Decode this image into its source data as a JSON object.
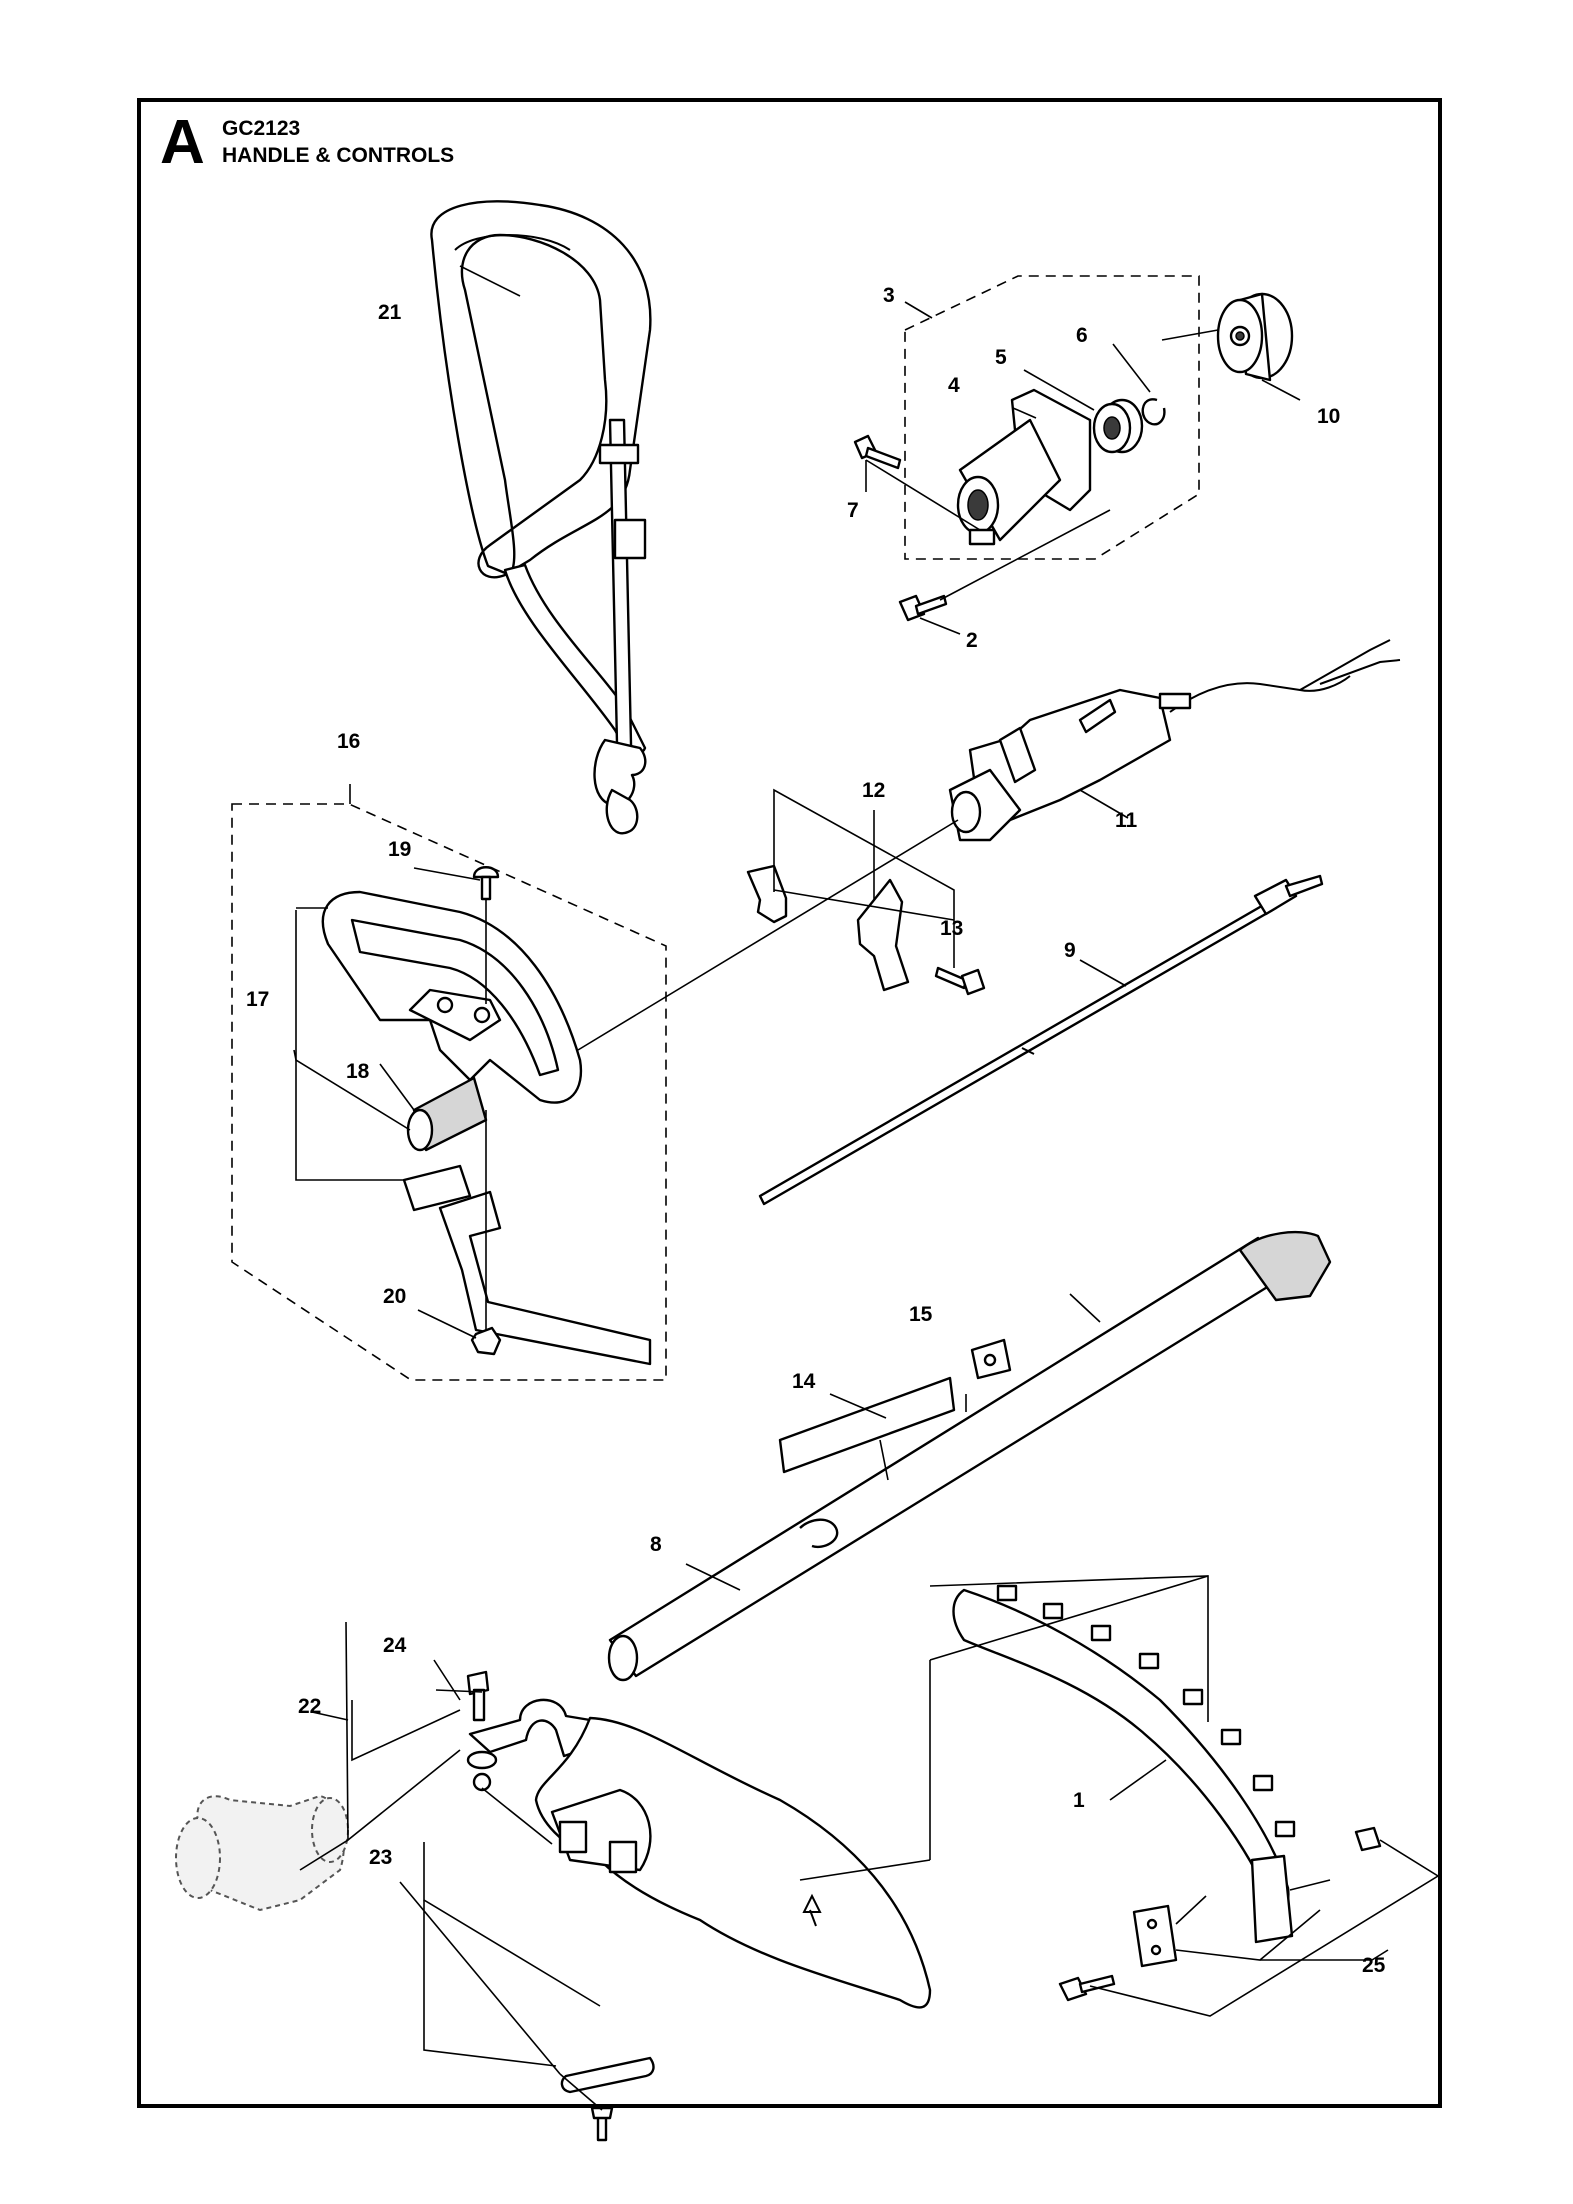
{
  "header": {
    "section_letter": "A",
    "model": "GC2123",
    "title": "HANDLE & CONTROLS"
  },
  "labels": [
    "1",
    "2",
    "3",
    "4",
    "5",
    "6",
    "7",
    "8",
    "9",
    "10",
    "11",
    "12",
    "13",
    "14",
    "15",
    "16",
    "17",
    "18",
    "19",
    "20",
    "21",
    "22",
    "23",
    "24",
    "25"
  ]
}
